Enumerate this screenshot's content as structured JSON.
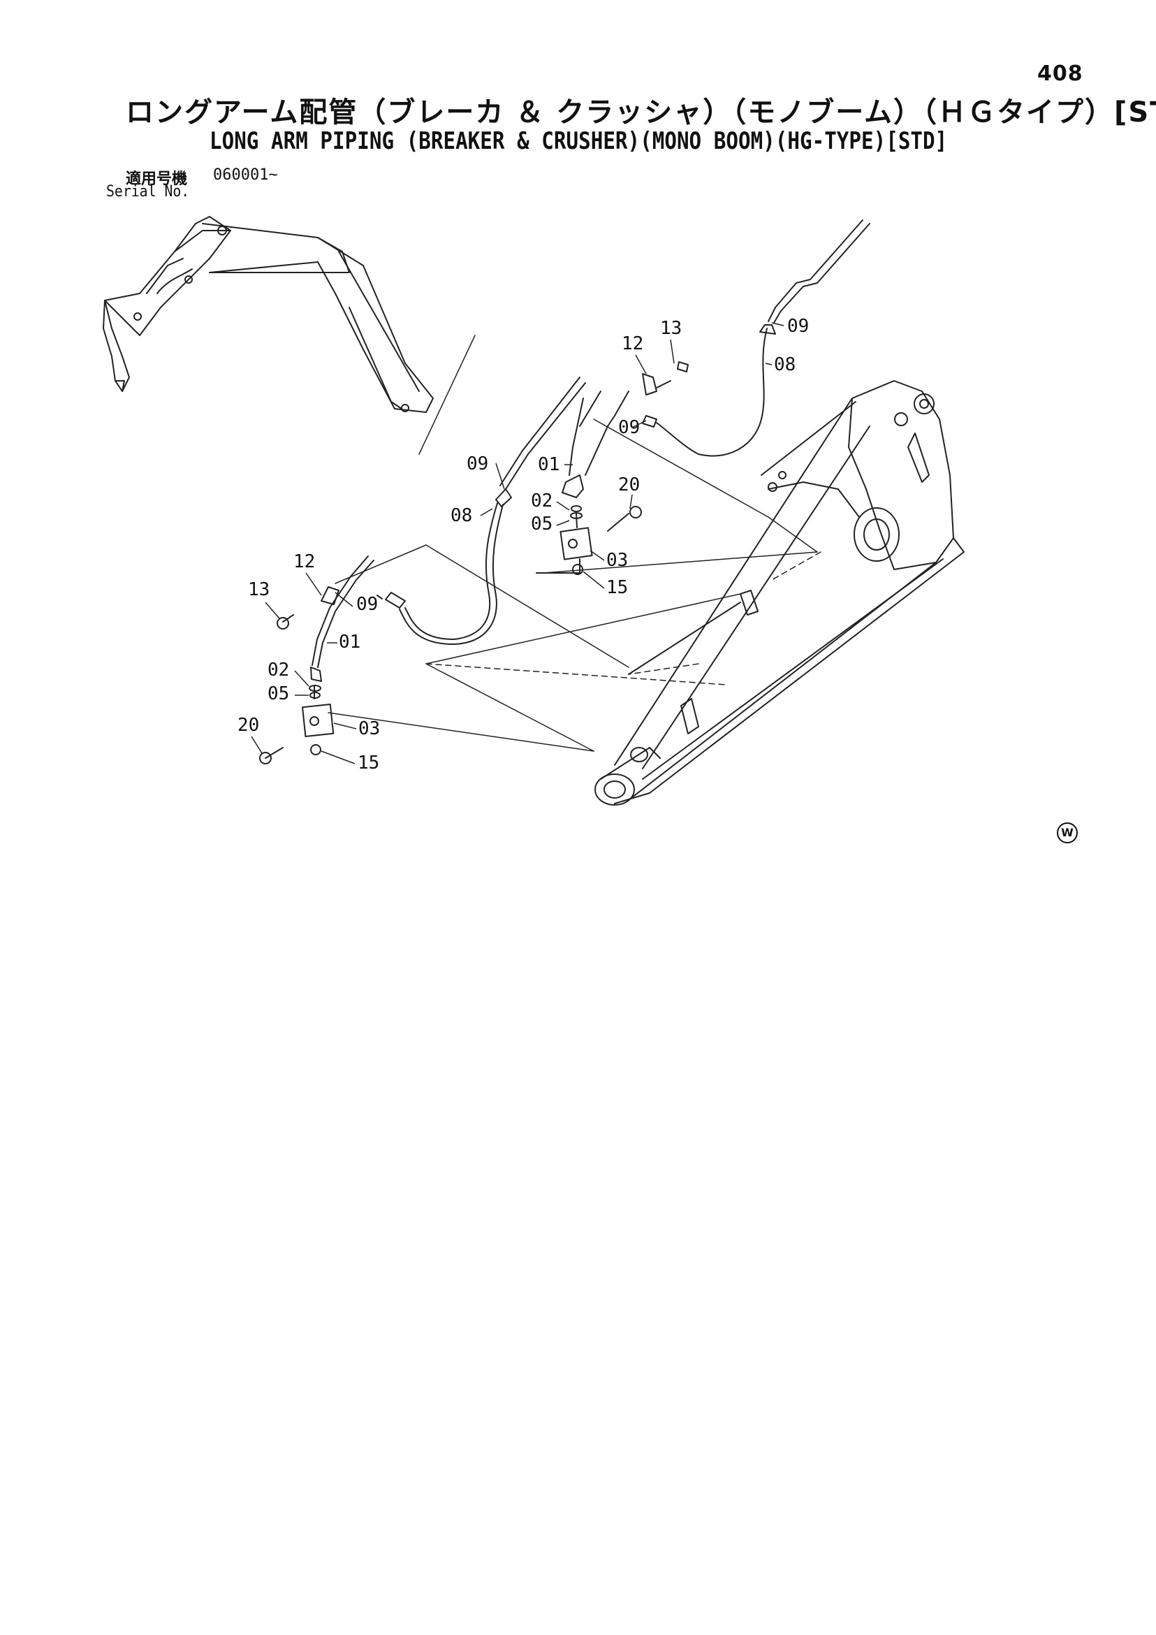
{
  "page_number": "408",
  "title_jp": "ロングアーム配管（ブレーカ ＆ クラッシャ）（モノブーム）（ＨＧタイプ）[STD]",
  "title_en": "LONG ARM PIPING (BREAKER & CRUSHER)(MONO BOOM)(HG-TYPE)[STD]",
  "serial": {
    "label_jp": "適用号機",
    "value": "060001~",
    "label_en": "Serial No."
  },
  "watermark_symbol": "W",
  "callouts": {
    "upper": {
      "p13": "13",
      "p12": "12",
      "p09a": "09",
      "p08a": "08",
      "p09b": "09",
      "p09c": "09",
      "p01": "01",
      "p20": "20",
      "p02": "02",
      "p05": "05",
      "p08b": "08",
      "p03": "03",
      "p15": "15"
    },
    "lower": {
      "p12": "12",
      "p13": "13",
      "p09": "09",
      "p01": "01",
      "p02": "02",
      "p05": "05",
      "p20": "20",
      "p03": "03",
      "p15": "15"
    }
  }
}
